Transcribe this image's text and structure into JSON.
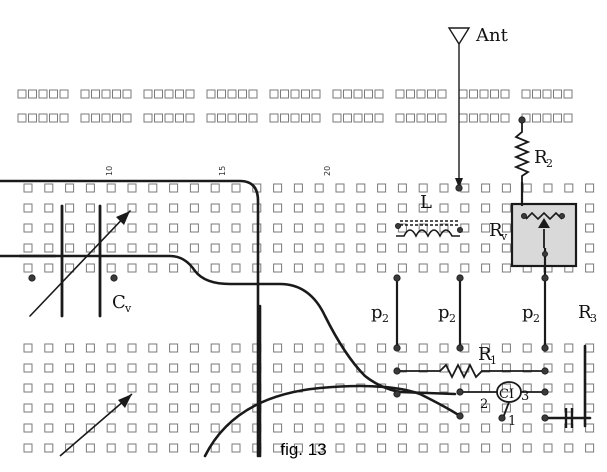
{
  "caption": "fig. 13",
  "colors": {
    "ink": "#1a1a1a",
    "hole": "#7a7a7a",
    "paper": "#ffffff",
    "rv_box": "#d9d9d9"
  },
  "column_ticks": [
    "10",
    "15",
    "20"
  ],
  "labels": {
    "antenna": "Ant",
    "inductor": "L",
    "variable_capacitor": "C",
    "variable_capacitor_sub": "v",
    "r2": "R",
    "r2_sub": "2",
    "rv": "R",
    "rv_sub": "v",
    "r1": "R",
    "r1_sub": "1",
    "r3": "R",
    "r3_sub": "3",
    "p2_left": "p",
    "p2_left_sub": "2",
    "p2_mid": "p",
    "p2_mid_sub": "2",
    "p2_right": "p",
    "p2_right_sub": "2",
    "ci": "CI",
    "ci_pin1": "1",
    "ci_pin2": "2",
    "ci_pin3": "3"
  },
  "icons": [
    "antenna-icon",
    "inductor-icon",
    "variable-capacitor-icon",
    "resistor-icon",
    "potentiometer-icon",
    "ic-icon"
  ]
}
